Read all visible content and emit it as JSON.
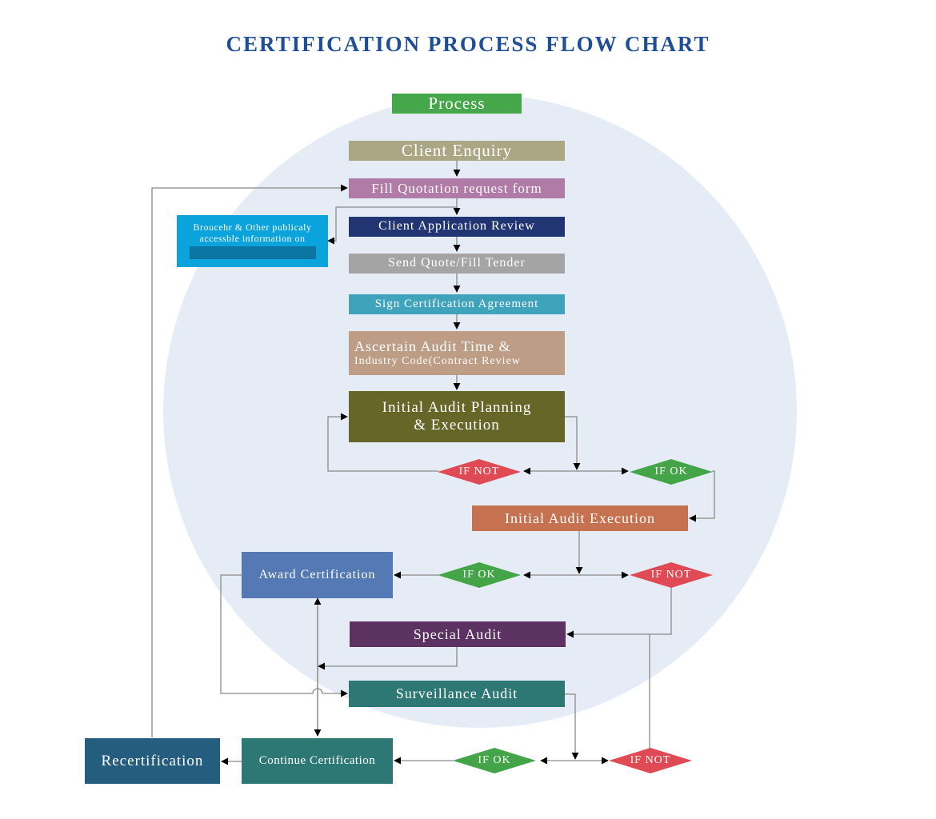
{
  "title": "CERTIFICATION PROCESS FLOW CHART",
  "colors": {
    "title": "#1f4e99",
    "background_globe": "#e6ecf5",
    "decision_ok": "#43a548",
    "decision_not": "#df4a55",
    "connector": "#8a8a8a",
    "arrow": "#000000"
  },
  "nodes": {
    "process": {
      "label": "Process",
      "color": "#45a74a"
    },
    "client_enquiry": {
      "label": "Client Enquiry",
      "color": "#aba683"
    },
    "fill_quotation": {
      "label": "Fill Quotation request form",
      "color": "#b07ba7"
    },
    "brochure_info": {
      "line1": "Broucehr & Other publicaly",
      "line2": "accessble information on",
      "color": "#0ba3dc",
      "bar_color": "#0a75a0"
    },
    "client_application_review": {
      "label": "Client Application Review",
      "color": "#213573"
    },
    "send_quote": {
      "label": "Send Quote/Fill Tender",
      "color": "#a4a4a4"
    },
    "sign_agreement": {
      "label": "Sign Certification Agreement",
      "color": "#3fa3bc"
    },
    "ascertain_audit": {
      "line1": "Ascertain Audit Time &",
      "line2": "Industry Code(Contract Review",
      "color": "#bd9d86"
    },
    "initial_planning": {
      "line1": "Initial Audit Planning",
      "line2": "& Execution",
      "color": "#666629"
    },
    "initial_execution": {
      "label": "Initial Audit Execution",
      "color": "#c67150"
    },
    "award_certification": {
      "label": "Award Certification",
      "color": "#5479b5"
    },
    "special_audit": {
      "label": "Special Audit",
      "color": "#5b3261"
    },
    "surveillance_audit": {
      "label": "Surveillance Audit",
      "color": "#2d7775"
    },
    "recertification": {
      "label": "Recertification",
      "color": "#245d7e"
    },
    "continue_certification": {
      "label": "Continue Certification",
      "color": "#2d7775"
    }
  },
  "decisions": {
    "d1_not": {
      "label": "IF NOT"
    },
    "d1_ok": {
      "label": "IF OK"
    },
    "d2_ok": {
      "label": "IF OK"
    },
    "d2_not": {
      "label": "IF NOT"
    },
    "d3_ok": {
      "label": "IF OK"
    },
    "d3_not": {
      "label": "IF NOT"
    }
  }
}
